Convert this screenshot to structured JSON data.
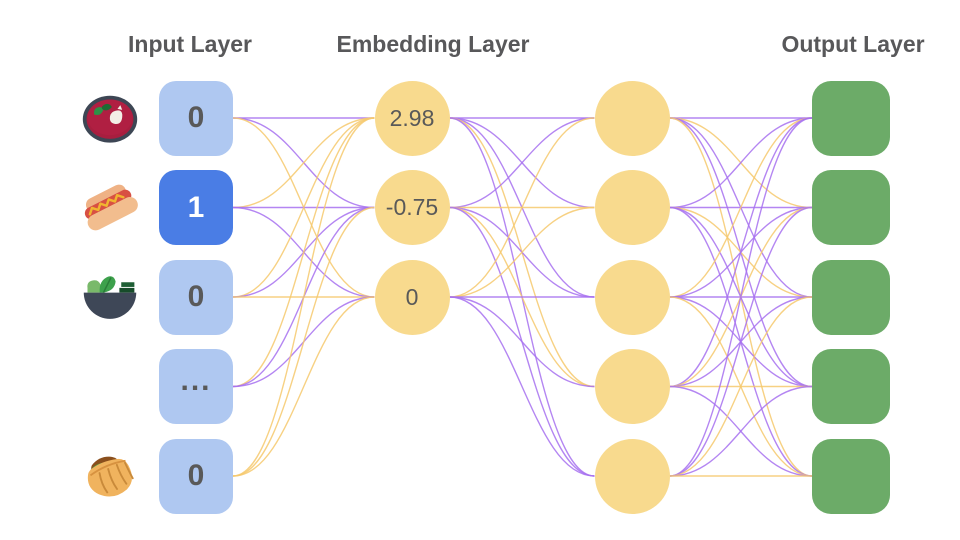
{
  "titles": {
    "input": "Input Layer",
    "embedding": "Embedding Layer",
    "output": "Output Layer"
  },
  "input_layer": {
    "nodes": [
      {
        "value": "0",
        "icon": "borscht-icon",
        "highlighted": false
      },
      {
        "value": "1",
        "icon": "hotdog-icon",
        "highlighted": true
      },
      {
        "value": "0",
        "icon": "salad-icon",
        "highlighted": false
      },
      {
        "value": "...",
        "icon": null,
        "highlighted": false
      },
      {
        "value": "0",
        "icon": "pita-icon",
        "highlighted": false
      }
    ]
  },
  "embedding_layer": {
    "nodes": [
      {
        "value": "2.98"
      },
      {
        "value": "-0.75"
      },
      {
        "value": "0"
      }
    ]
  },
  "hidden_layer": {
    "nodes": [
      {
        "value": ""
      },
      {
        "value": ""
      },
      {
        "value": ""
      },
      {
        "value": ""
      },
      {
        "value": ""
      }
    ]
  },
  "output_layer": {
    "nodes": [
      {
        "value": ""
      },
      {
        "value": ""
      },
      {
        "value": ""
      },
      {
        "value": ""
      },
      {
        "value": ""
      }
    ]
  },
  "colors": {
    "input_fill": "#afc8f1",
    "input_active_fill": "#4a7de5",
    "embed_fill": "#f8da8e",
    "output_fill": "#6cab68",
    "title_text": "#58585a",
    "node_text": "#595959",
    "edge_purple": "#a771f0",
    "edge_gold": "#f6c96d"
  },
  "edges": {
    "input_to_embedding": [
      [
        "P",
        "P",
        "G"
      ],
      [
        "G",
        "P",
        "P"
      ],
      [
        "G",
        "P",
        "G"
      ],
      [
        "G",
        "P",
        "P"
      ],
      [
        "G",
        "G",
        "G"
      ]
    ],
    "embedding_to_hidden": [
      [
        "P",
        "P",
        "P",
        "G",
        "P"
      ],
      [
        "P",
        "G",
        "P",
        "G",
        "P"
      ],
      [
        "G",
        "G",
        "P",
        "P",
        "P"
      ]
    ],
    "hidden_to_output": [
      [
        "P",
        "G",
        "P",
        "P",
        "G"
      ],
      [
        "P",
        "P",
        "G",
        "P",
        "P"
      ],
      [
        "G",
        "P",
        "P",
        "P",
        "G"
      ],
      [
        "P",
        "G",
        "P",
        "G",
        "P"
      ],
      [
        "P",
        "P",
        "G",
        "P",
        "G"
      ]
    ]
  }
}
